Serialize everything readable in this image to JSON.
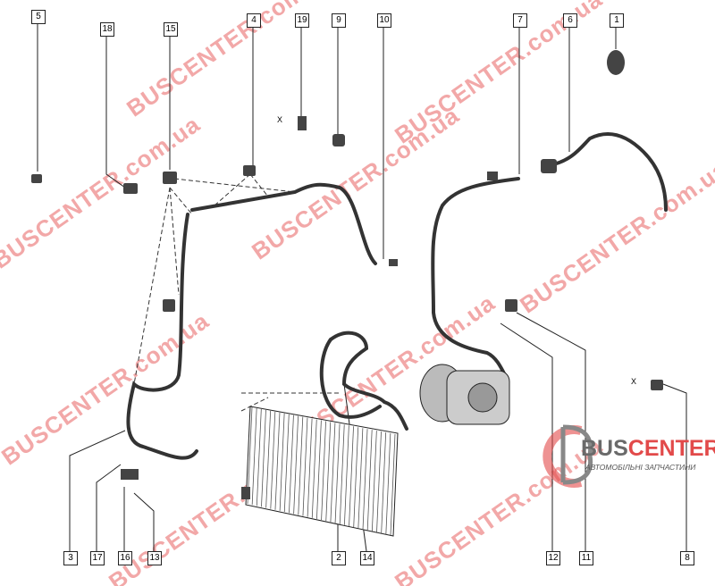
{
  "diagram": {
    "labels_top": [
      "5",
      "18",
      "15",
      "4",
      "19",
      "9",
      "10",
      "7",
      "6",
      "1"
    ],
    "labels_bottom": [
      "3",
      "17",
      "16",
      "13",
      "2",
      "14",
      "12",
      "11",
      "8"
    ],
    "axis_marks": [
      "X",
      "X"
    ]
  },
  "watermark": {
    "text": "BUSCENTER.com.ua"
  },
  "logo": {
    "name_part1": "BUS",
    "name_part2": "CENTER",
    "subtitle": "АВТОМОБІЛЬНІ ЗАПЧАСТИНИ"
  },
  "colors": {
    "accent": "#e24a4a",
    "gray": "#6a6a6a"
  }
}
